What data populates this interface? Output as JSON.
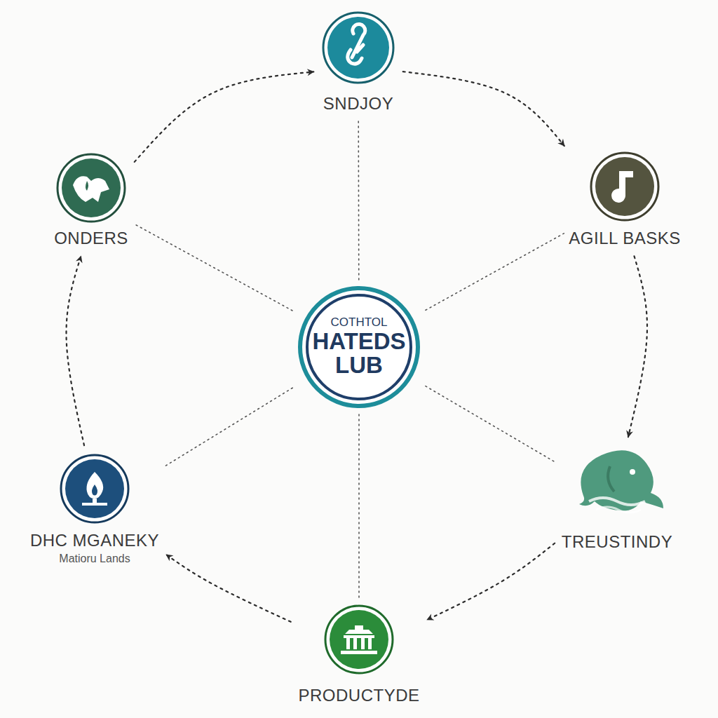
{
  "diagram": {
    "nodes": [
      {
        "text": [
          "SNDJOY"
        ]
      },
      {
        "text": [
          "ONDERS"
        ]
      },
      {
        "text": [
          "AGILL BASKS"
        ]
      },
      {
        "text": [
          "COTHTOL",
          "HATEDS LUB"
        ]
      },
      {
        "text": [
          "DHC MGANEKY",
          "Matioru Lands"
        ]
      },
      {
        "text": [
          "TREUSTINDY"
        ]
      },
      {
        "text": [
          "PRODUCTYDE"
        ]
      }
    ],
    "edges": [
      {
        "from": 1,
        "to": 0,
        "arrow": "to"
      },
      {
        "from": 0,
        "to": 2,
        "arrow": "to"
      },
      {
        "from": 2,
        "to": 5,
        "arrow": "to"
      },
      {
        "from": 5,
        "to": 6,
        "arrow": "to"
      },
      {
        "from": 6,
        "to": 4,
        "arrow": "to"
      },
      {
        "from": 4,
        "to": 1,
        "arrow": "to"
      },
      {
        "from": 3,
        "to": 0,
        "arrow": "none"
      },
      {
        "from": 3,
        "to": 1,
        "arrow": "none"
      },
      {
        "from": 3,
        "to": 2,
        "arrow": "none"
      },
      {
        "from": 3,
        "to": 4,
        "arrow": "none"
      },
      {
        "from": 3,
        "to": 5,
        "arrow": "none"
      },
      {
        "from": 3,
        "to": 6,
        "arrow": "none"
      }
    ]
  }
}
